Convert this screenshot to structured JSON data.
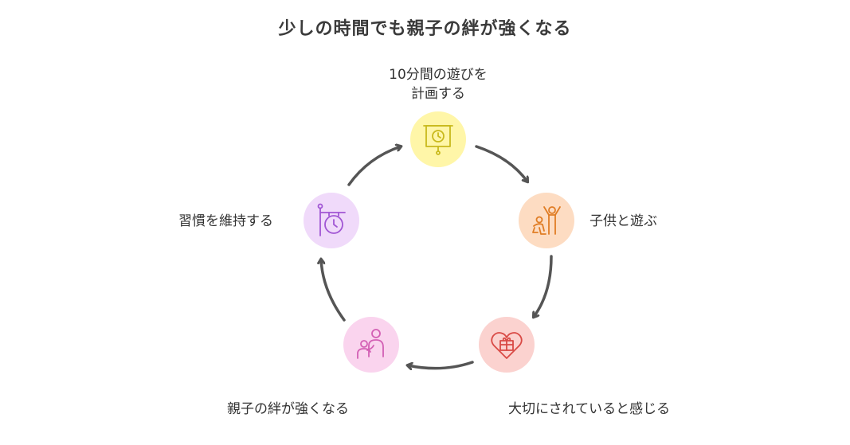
{
  "title": "少しの時間でも親子の絆が強くなる",
  "steps": [
    {
      "label_lines": [
        "10分間の遊びを",
        "計画する"
      ],
      "icon": "presentation-clock-icon",
      "color": "#fff6a8"
    },
    {
      "label_lines": [
        "子供と遊ぶ"
      ],
      "icon": "parent-child-play-icon",
      "color": "#fddcc2"
    },
    {
      "label_lines": [
        "大切にされていると感じる"
      ],
      "icon": "heart-gift-icon",
      "color": "#fbd2cf"
    },
    {
      "label_lines": [
        "親子の絆が強くなる"
      ],
      "icon": "parent-child-hug-icon",
      "color": "#fad4ee"
    },
    {
      "label_lines": [
        "習慣を維持する"
      ],
      "icon": "hanging-clock-icon",
      "color": "#f0dafa"
    }
  ]
}
